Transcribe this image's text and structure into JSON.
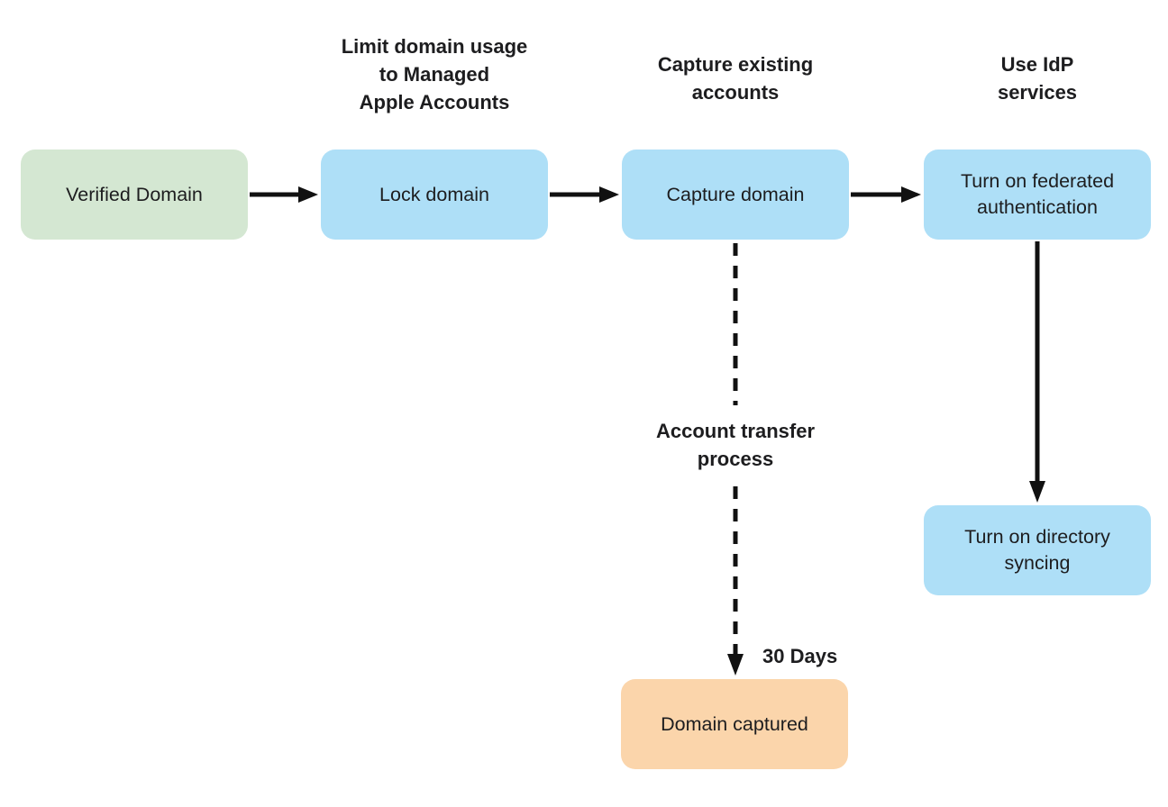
{
  "diagram": {
    "type": "flowchart",
    "background": "#ffffff",
    "colors": {
      "start_node_fill": "#d4e7d2",
      "process_node_fill": "#aedff7",
      "end_node_fill": "#fbd5ab",
      "arrow": "#111111",
      "text": "#1d1d1f"
    },
    "nodes": [
      {
        "id": "verified-domain",
        "label": "Verified Domain",
        "type": "start"
      },
      {
        "id": "lock-domain",
        "label": "Lock domain",
        "type": "process"
      },
      {
        "id": "capture-domain",
        "label": "Capture domain",
        "type": "process"
      },
      {
        "id": "federated-auth",
        "label": "Turn on federated\nauthentication",
        "type": "process"
      },
      {
        "id": "directory-syncing",
        "label": "Turn on directory\nsyncing",
        "type": "process"
      },
      {
        "id": "domain-captured",
        "label": "Domain captured",
        "type": "end"
      }
    ],
    "annotations": [
      {
        "for": "lock-domain",
        "text": "Limit domain usage\nto Managed\nApple Accounts"
      },
      {
        "for": "capture-domain",
        "text": "Capture existing\naccounts"
      },
      {
        "for": "federated-auth",
        "text": "Use IdP\nservices"
      }
    ],
    "edges": [
      {
        "from": "verified-domain",
        "to": "lock-domain",
        "style": "solid"
      },
      {
        "from": "lock-domain",
        "to": "capture-domain",
        "style": "solid"
      },
      {
        "from": "capture-domain",
        "to": "federated-auth",
        "style": "solid"
      },
      {
        "from": "federated-auth",
        "to": "directory-syncing",
        "style": "solid"
      },
      {
        "from": "capture-domain",
        "to": "domain-captured",
        "style": "dashed",
        "mid_label": "Account transfer\nprocess",
        "end_label": "30 Days"
      }
    ]
  }
}
